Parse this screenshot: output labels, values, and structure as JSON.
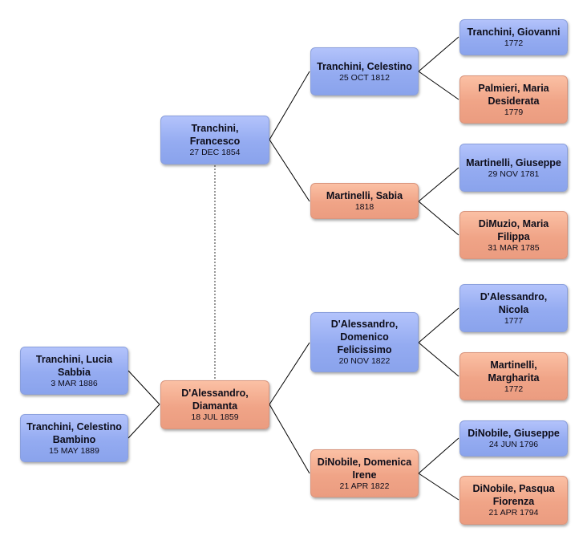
{
  "people": {
    "lucia": {
      "name": "Tranchini, Lucia Sabbia",
      "date": "3 MAR 1886"
    },
    "celestino_bambino": {
      "name": "Tranchini, Celestino Bambino",
      "date": "15 MAY 1889"
    },
    "francesco": {
      "name": "Tranchini, Francesco",
      "date": "27 DEC 1854"
    },
    "diamanta": {
      "name": "D'Alessandro, Diamanta",
      "date": "18 JUL 1859"
    },
    "celestino": {
      "name": "Tranchini, Celestino",
      "date": "25 OCT 1812"
    },
    "sabia": {
      "name": "Martinelli, Sabia",
      "date": "1818"
    },
    "domenico": {
      "name": "D'Alessandro, Domenico Felicissimo",
      "date": "20 NOV 1822"
    },
    "domenica": {
      "name": "DiNobile, Domenica Irene",
      "date": "21 APR 1822"
    },
    "giovanni": {
      "name": "Tranchini, Giovanni",
      "date": "1772"
    },
    "maria_desiderata": {
      "name": "Palmieri, Maria Desiderata",
      "date": "1779"
    },
    "giuseppe_m": {
      "name": "Martinelli, Giuseppe",
      "date": "29 NOV 1781"
    },
    "maria_filippa": {
      "name": "DiMuzio, Maria Filippa",
      "date": "31 MAR 1785"
    },
    "nicola": {
      "name": "D'Alessandro, Nicola",
      "date": "1777"
    },
    "margharita": {
      "name": "Martinelli, Margharita",
      "date": "1772"
    },
    "giuseppe_d": {
      "name": "DiNobile, Giuseppe",
      "date": "24 JUN 1796"
    },
    "pasqua": {
      "name": "DiNobile, Pasqua Fiorenza",
      "date": "21 APR 1794"
    }
  },
  "colors": {
    "male": "#94abf1",
    "female": "#f0a487",
    "line": "#000000"
  }
}
